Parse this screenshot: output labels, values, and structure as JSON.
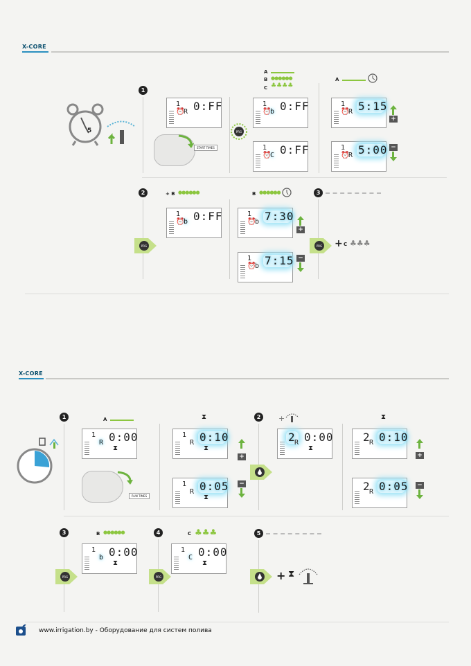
{
  "brand": "X-CORE",
  "colors": {
    "accent_blue": "#2a8fbf",
    "green": "#8cc63f",
    "lcd_glow": "#9fe3f6"
  },
  "top": {
    "steps": [
      "1",
      "2",
      "3"
    ],
    "legend_a": "A",
    "legend_b": "B",
    "legend_c": "C",
    "plus_b": "+ B",
    "plus_c_sign": "+",
    "plus_c": "C",
    "button_text": "START TIMES",
    "prog_label": "PRG",
    "lcd": {
      "off": "0:FF",
      "t515": "5:15",
      "t500": "5:00",
      "t730": "7:30",
      "t715": "7:15",
      "one": "1",
      "a": "R",
      "b": "b",
      "c": "C"
    },
    "clock_digit": "5",
    "plus": "+",
    "minus": "−"
  },
  "bottom": {
    "steps": [
      "1",
      "2",
      "3",
      "4",
      "5"
    ],
    "legend_a": "A",
    "legend_b": "B",
    "legend_c": "C",
    "plus_sign": "+",
    "button_text": "RUN TIMES",
    "prog_label": "PRG",
    "lcd": {
      "zero": "0:00",
      "t010": "0:10",
      "t005": "0:05",
      "one": "1",
      "two": "2",
      "a": "R",
      "b": "b",
      "c": "C"
    },
    "plus": "+",
    "minus": "−"
  },
  "footer": {
    "text": "www.irrigation.by - Оборудование для систем полива"
  }
}
